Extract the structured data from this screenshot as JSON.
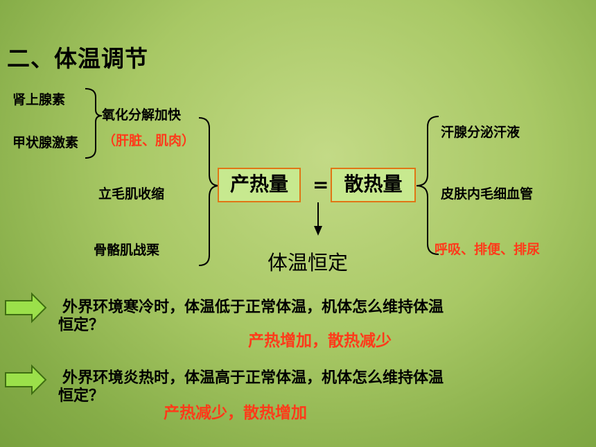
{
  "title": "二、体温调节",
  "left": {
    "hormone1": "肾上腺素",
    "hormone2": "甲状腺激素",
    "oxidation": "氧化分解加快",
    "organs": "（肝脏、肌肉）",
    "piloerection": "立毛肌收缩",
    "shivering": "骨骼肌战栗"
  },
  "center": {
    "heat_production": "产热量",
    "equals": "=",
    "heat_dissipation": "散热量",
    "result": "体温恒定"
  },
  "right": {
    "sweat": "汗腺分泌汗液",
    "capillaries": "皮肤内毛细血管",
    "other": "呼吸、排便、排尿"
  },
  "questions": [
    {
      "line1": "外界环境寒冷时，体温低于正常体温，机体怎么维持体温",
      "line2": "恒定？",
      "answer": "产热增加，散热减少"
    },
    {
      "line1": "外界环境炎热时，体温高于正常体温，机体怎么维持体温",
      "line2": "恒定？",
      "answer": "产热减少，散热增加"
    }
  ],
  "colors": {
    "highlight": "#ff3a1a",
    "box_fill": "#c7e98f",
    "box_border": "#e07515",
    "arrow_fill": "#9be04a"
  }
}
